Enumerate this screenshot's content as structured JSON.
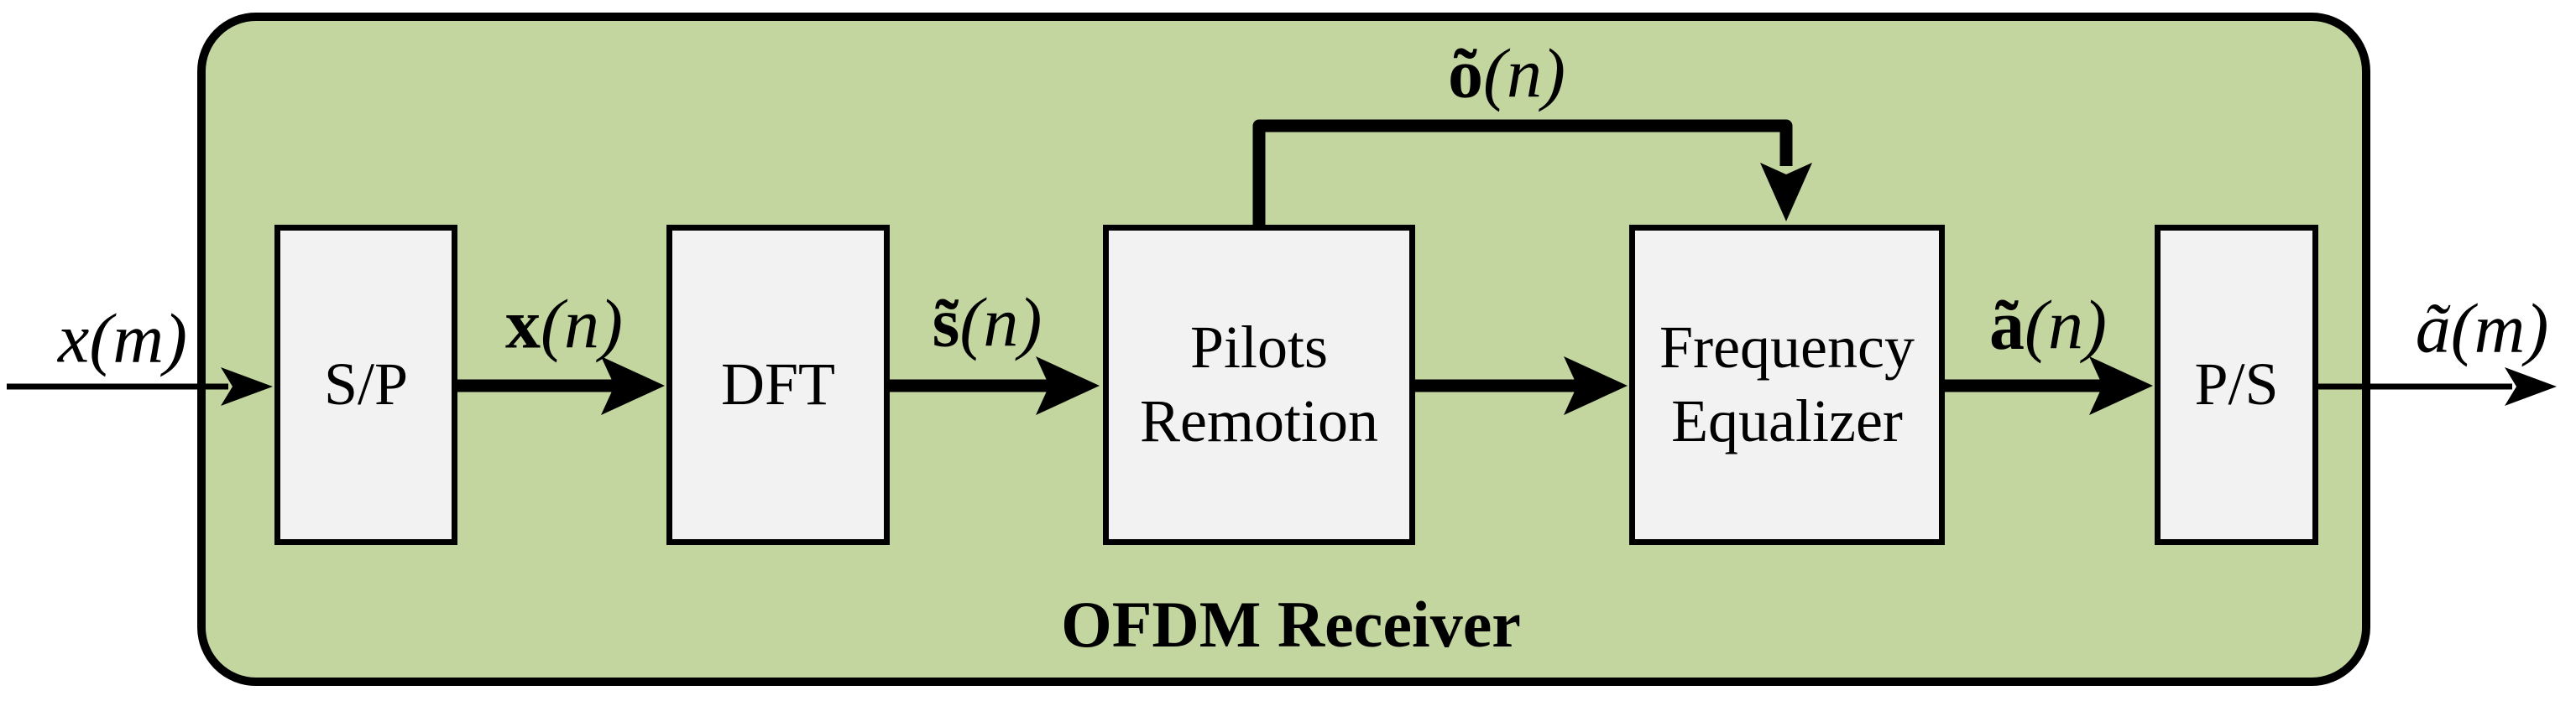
{
  "diagram": {
    "title": "OFDM Receiver",
    "blocks": [
      {
        "id": "sp",
        "label": "S/P"
      },
      {
        "id": "dft",
        "label": "DFT"
      },
      {
        "id": "pilots-remotion",
        "label": "Pilots\nRemotion"
      },
      {
        "id": "frequency-equalizer",
        "label": "Frequency\nEqualizer"
      },
      {
        "id": "ps",
        "label": "P/S"
      }
    ],
    "signals": {
      "input": {
        "var": "x",
        "arg": "(m)"
      },
      "sp_to_dft": {
        "var": "x",
        "arg": "(n)"
      },
      "dft_to_pilots": {
        "var": "s̃",
        "arg": "(n)"
      },
      "pilots_to_equalizer_top": {
        "var": "õ",
        "arg": "(n)"
      },
      "equalizer_to_ps": {
        "var": "ã",
        "arg": "(n)"
      },
      "output": {
        "var": "ã",
        "arg": "(m)"
      }
    },
    "connections": [
      {
        "from": "external-input",
        "to": "sp",
        "signal": "x(m)",
        "style": "thin"
      },
      {
        "from": "sp",
        "to": "dft",
        "signal": "x(n)",
        "style": "thick"
      },
      {
        "from": "dft",
        "to": "pilots-remotion",
        "signal": "s̃(n)",
        "style": "thick"
      },
      {
        "from": "pilots-remotion",
        "to": "frequency-equalizer",
        "signal": "",
        "style": "thick"
      },
      {
        "from": "pilots-remotion",
        "to": "frequency-equalizer",
        "signal": "õ(n)",
        "style": "thick-feedback-over-top"
      },
      {
        "from": "frequency-equalizer",
        "to": "ps",
        "signal": "ã(n)",
        "style": "thick"
      },
      {
        "from": "ps",
        "to": "external-output",
        "signal": "ã(m)",
        "style": "thin"
      }
    ],
    "colors": {
      "canvas_bg": "#ffffff",
      "container_fill": "#c4d6a0",
      "block_fill": "#f2f2f2",
      "line": "#000000",
      "text": "#000000"
    }
  }
}
